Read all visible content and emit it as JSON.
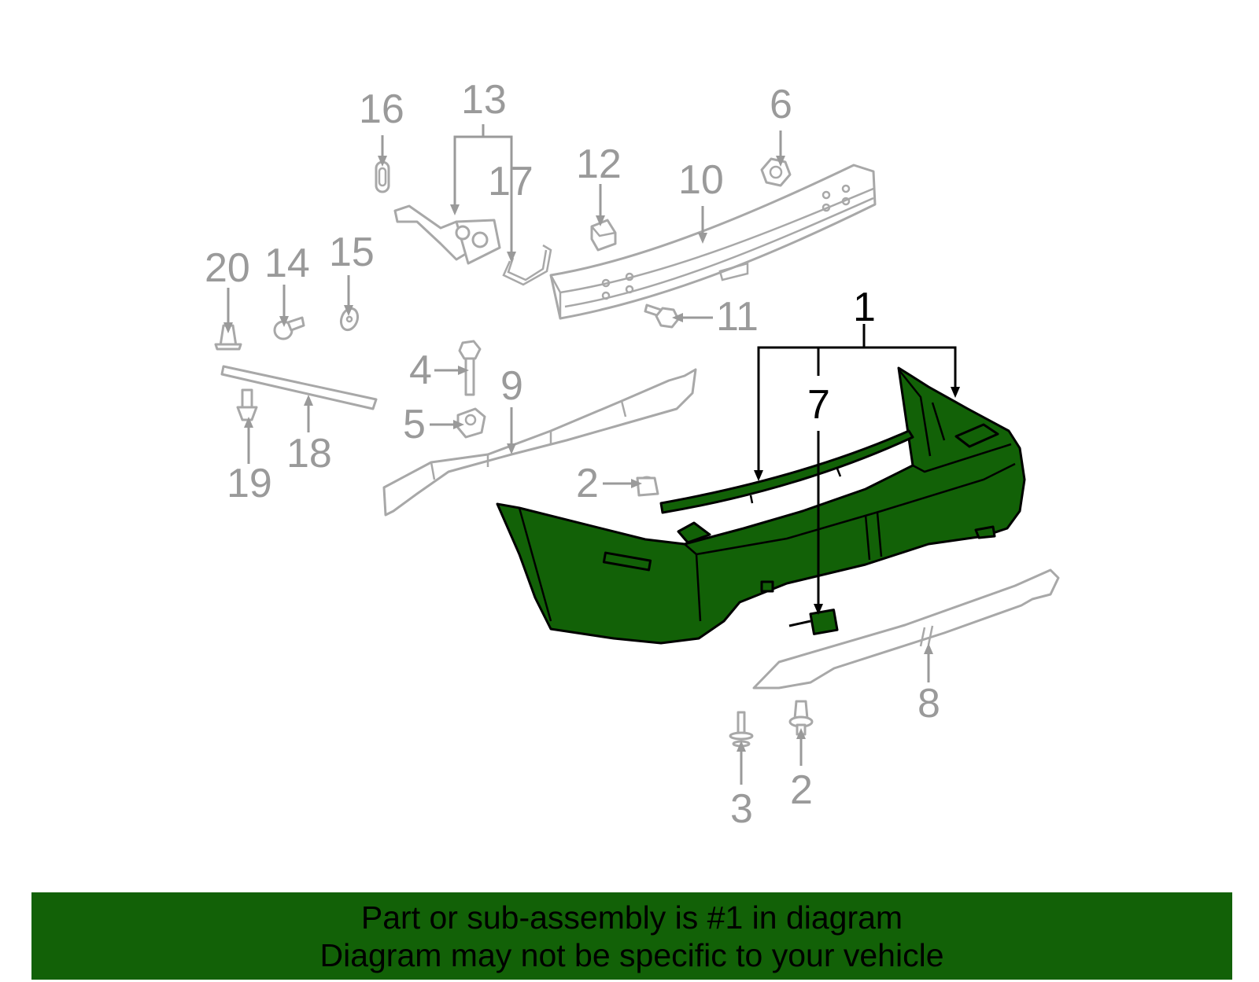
{
  "callouts": {
    "c1": "1",
    "c2a": "2",
    "c2b": "2",
    "c3": "3",
    "c4": "4",
    "c5": "5",
    "c6": "6",
    "c7": "7",
    "c8": "8",
    "c9": "9",
    "c10": "10",
    "c11": "11",
    "c12": "12",
    "c13": "13",
    "c14": "14",
    "c15": "15",
    "c16": "16",
    "c17": "17",
    "c18": "18",
    "c19": "19",
    "c20": "20"
  },
  "footer": {
    "line1": "Part or sub-assembly is #1 in diagram",
    "line2": "Diagram may not be specific to your vehicle"
  },
  "colors": {
    "highlight": "#126107",
    "outline": "#a8a8a8",
    "label_gray": "#9a9a9a"
  }
}
